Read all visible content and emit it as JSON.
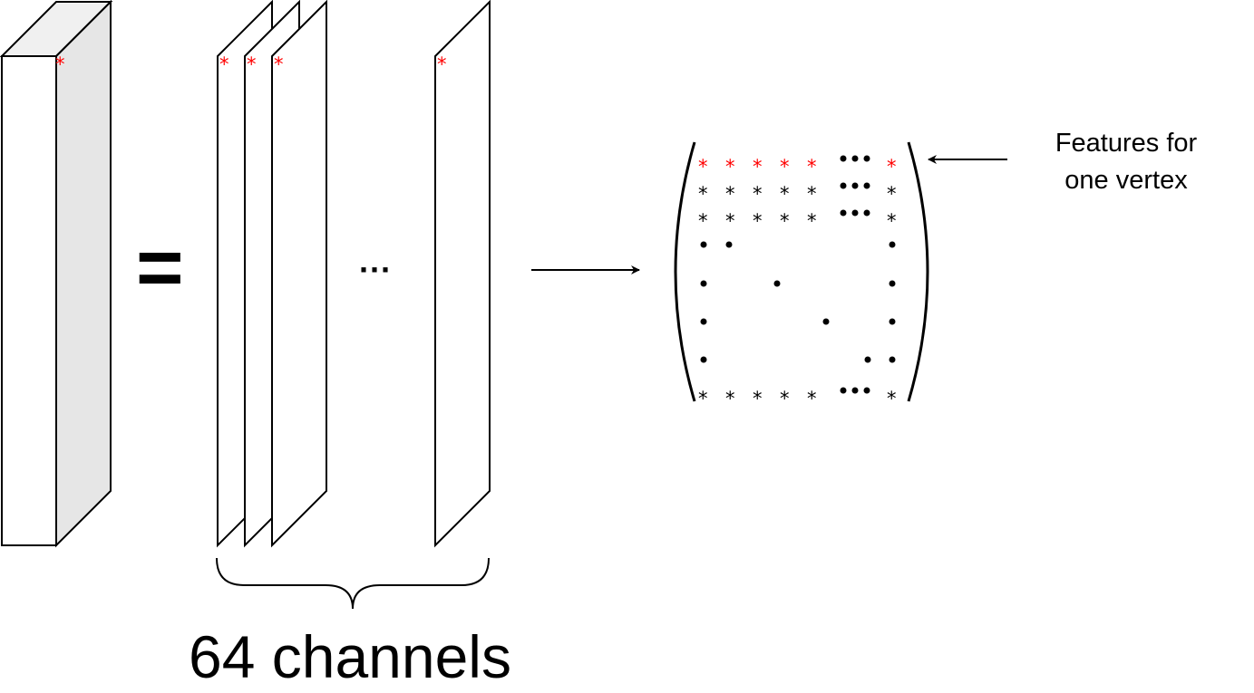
{
  "symbols": {
    "equals": "=",
    "ellipsis": "···",
    "star": "*",
    "dot": "•"
  },
  "labels": {
    "channels": "64 channels",
    "features_line1": "Features for",
    "features_line2": "one vertex"
  },
  "colors": {
    "highlight": "#ff0000",
    "stroke": "#000000",
    "side_fill": "#e6e6e6",
    "top_fill": "#f0f0f0"
  },
  "matrix_rows": [
    "* * * * * ••• *",
    "* * * * * ••• *",
    "* * * * * ••• *",
    "• • . . . . . . •",
    "• . . • . . . . •",
    "• . . . . • . . •",
    "• . . . . . . • •",
    "* * * * * ••• *"
  ]
}
